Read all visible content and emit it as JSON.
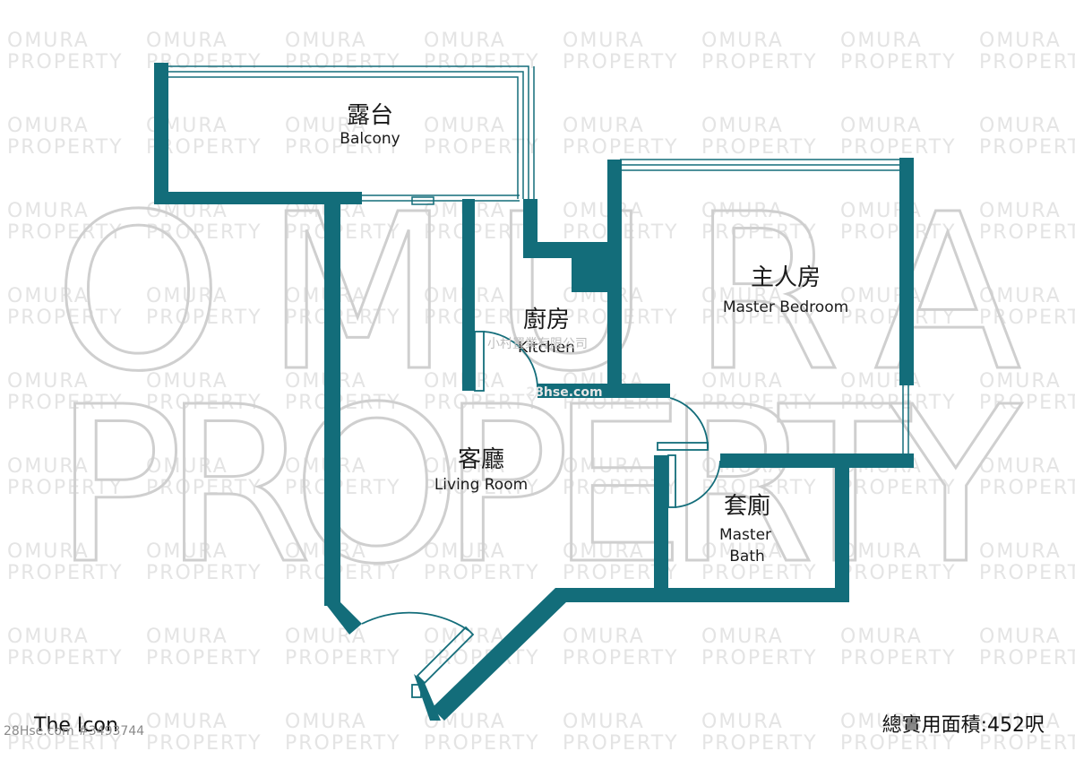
{
  "colors": {
    "wall": "#136d7a",
    "window": "#136d7a",
    "watermark": "#e4e4e4",
    "text": "#1a1a1a"
  },
  "watermark": {
    "line1": "OMURA",
    "line2": "PROPERTY"
  },
  "rooms": {
    "balcony": {
      "cn": "露台",
      "en": "Balcony"
    },
    "kitchen": {
      "cn": "廚房",
      "en": "Kitchen"
    },
    "master_bedroom": {
      "cn": "主人房",
      "en": "Master Bedroom"
    },
    "living_room": {
      "cn": "客廳",
      "en": "Living Room"
    },
    "master_bath": {
      "cn": "套廁",
      "en_line1": "Master",
      "en_line2": "Bath"
    }
  },
  "overlay": {
    "agency": "小村置業有限公司",
    "site": "28hse.com"
  },
  "footer": {
    "building": "The Icon",
    "listing_ref": "28Hse.com #3493744",
    "area": "總實用面積:452呎"
  }
}
